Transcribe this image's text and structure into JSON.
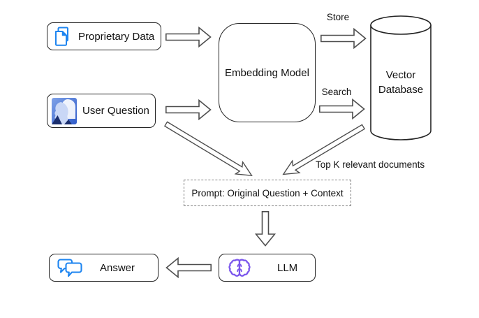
{
  "nodes": {
    "proprietary_data": {
      "label": "Proprietary Data",
      "icon": "documents-copy-icon"
    },
    "user_question": {
      "label": "User Question",
      "icon": "users-icon"
    },
    "embedding_model": {
      "label": "Embedding Model"
    },
    "vector_database": {
      "label": "Vector Database"
    },
    "prompt": {
      "label": "Prompt: Original Question + Context"
    },
    "llm": {
      "label": "LLM",
      "icon": "brain-icon"
    },
    "answer": {
      "label": "Answer",
      "icon": "chat-bubbles-icon"
    }
  },
  "edge_labels": {
    "store": "Store",
    "search": "Search",
    "top_k": "Top K relevant documents"
  },
  "colors": {
    "icon_blue": "#1e85f0",
    "brain_purple": "#7a55ec",
    "user_icon_blue": "#4a77dd",
    "user_icon_navy": "#1b2f6e",
    "arrow_stroke": "#4d4d4d",
    "node_border": "#242424",
    "dashed_border": "#7f7f7f"
  }
}
